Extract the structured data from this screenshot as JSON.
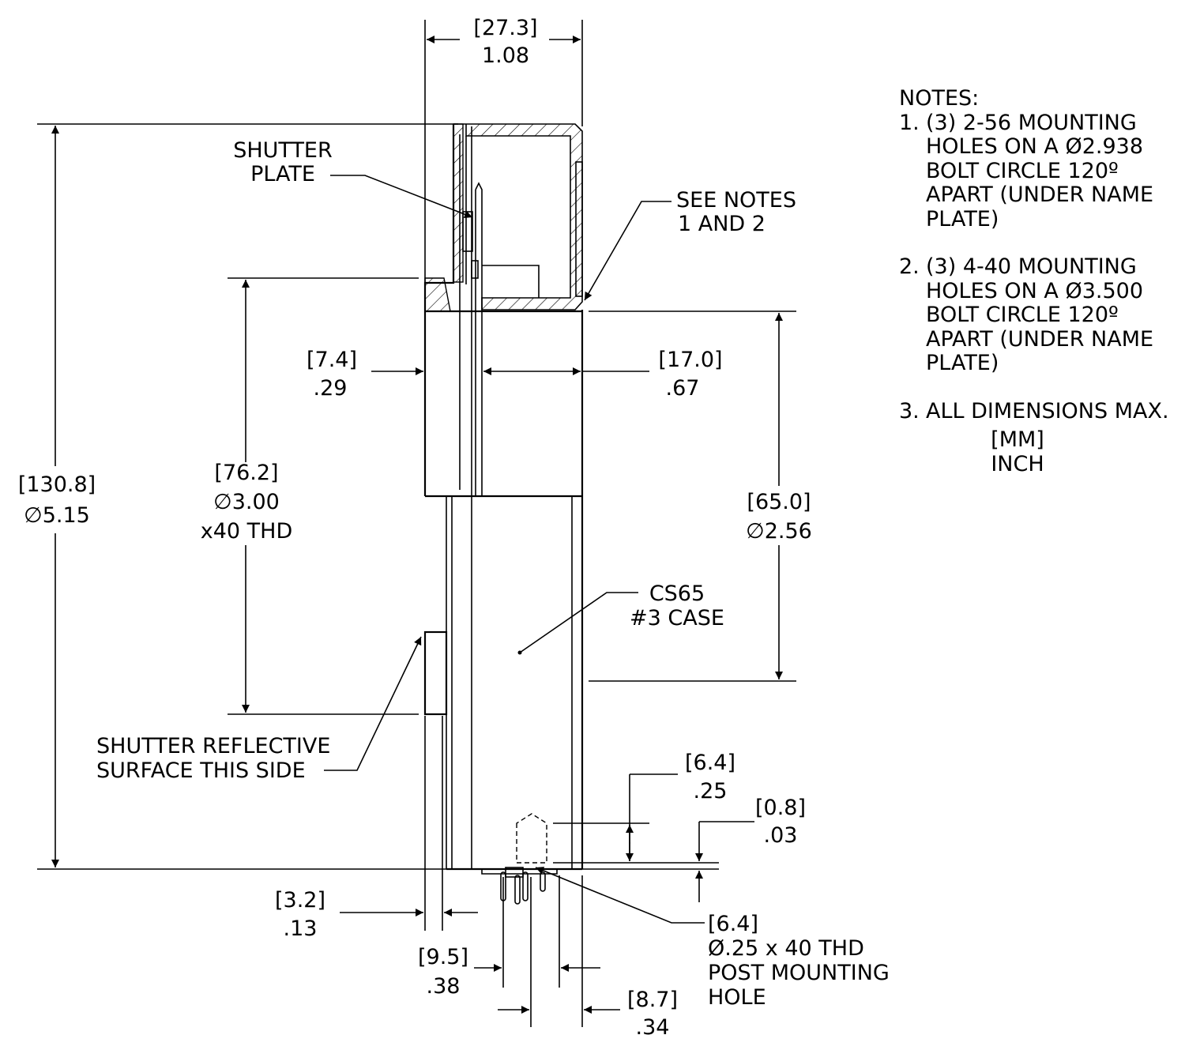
{
  "dimensions": {
    "width_top": {
      "mm": "[27.3]",
      "inch": "1.08"
    },
    "overall_dia": {
      "mm": "[130.8]",
      "inch": "∅5.15"
    },
    "thread_dia": {
      "mm": "[76.2]",
      "inch": "∅3.00",
      "extra": "x40 THD"
    },
    "flange_thk": {
      "mm": "[7.4]",
      "inch": ".29"
    },
    "body_depth": {
      "mm": "[17.0]",
      "inch": ".67"
    },
    "case_dia": {
      "mm": "[65.0]",
      "inch": "∅2.56"
    },
    "post_height": {
      "mm": "[6.4]",
      "inch": ".25"
    },
    "post_recess": {
      "mm": "[0.8]",
      "inch": ".03"
    },
    "shutter_gap": {
      "mm": "[3.2]",
      "inch": ".13"
    },
    "pin_offset": {
      "mm": "[9.5]",
      "inch": ".38"
    },
    "pin_span": {
      "mm": "[8.7]",
      "inch": ".34"
    }
  },
  "callouts": {
    "shutter_plate": [
      "SHUTTER",
      "PLATE"
    ],
    "see_notes": [
      "SEE NOTES",
      "1 AND 2"
    ],
    "case": [
      "CS65",
      "#3 CASE"
    ],
    "reflective": [
      "SHUTTER REFLECTIVE",
      "SURFACE THIS SIDE"
    ],
    "post_hole": [
      "[6.4]",
      "Ø.25 x 40 THD",
      "POST MOUNTING",
      "HOLE"
    ]
  },
  "notes": {
    "title": "NOTES:",
    "items": [
      {
        "num": "1.",
        "text": "(3) 2-56 MOUNTING\nHOLES ON A Ø2.938\nBOLT CIRCLE 120º\nAPART (UNDER NAME\nPLATE)"
      },
      {
        "num": "2.",
        "text": "(3) 4-40 MOUNTING\nHOLES ON A Ø3.500\nBOLT CIRCLE 120º\nAPART (UNDER NAME\nPLATE)"
      },
      {
        "num": "3.",
        "text": "ALL DIMENSIONS MAX."
      }
    ],
    "units_mm": "[MM]",
    "units_inch": "INCH"
  }
}
